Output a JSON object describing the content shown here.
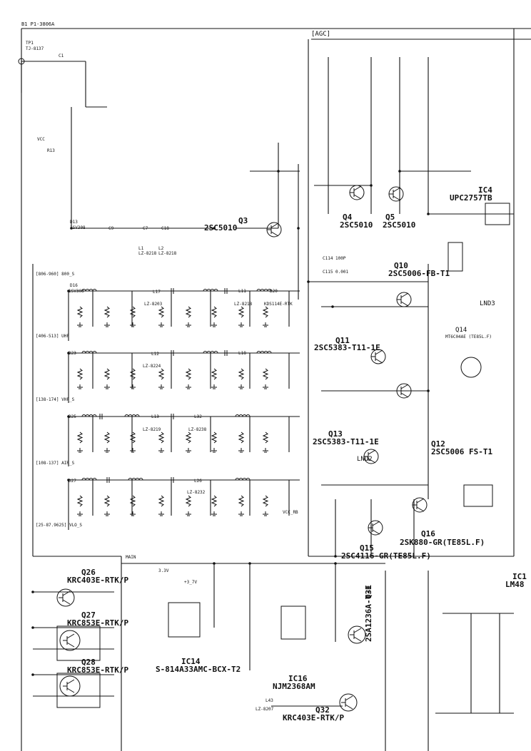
{
  "header": {
    "sheet_code": "B1 P1-3806A"
  },
  "sections": {
    "agc": "[AGC]",
    "s1": "[806-960] 800_S",
    "s2": "[406-513] UHF",
    "s3": "[138-174] VHF_S",
    "s4": "[108-137] AIR_S",
    "s5": "[25-87.9625] VLO_S",
    "main": "MAIN"
  },
  "transistors": [
    {
      "id": "q3",
      "ref": "Q3",
      "part": "2SC5010"
    },
    {
      "id": "q4",
      "ref": "Q4",
      "part": "2SC5010"
    },
    {
      "id": "q5",
      "ref": "Q5",
      "part": "2SC5010"
    },
    {
      "id": "q10",
      "ref": "Q10",
      "part": "2SC5006-FB-T1"
    },
    {
      "id": "q11",
      "ref": "Q11",
      "part": "2SC5383-T11-1E"
    },
    {
      "id": "q13",
      "ref": "Q13",
      "part": "2SC5383-T11-1E"
    },
    {
      "id": "q12",
      "ref": "Q12",
      "part": "2SC5006 FS-T1"
    },
    {
      "id": "q14",
      "ref": "Q14",
      "part": "MT6C04AE (TE85L.F)"
    },
    {
      "id": "q16",
      "ref": "Q16",
      "part": "2SK880-GR(TE85L.F)"
    },
    {
      "id": "q15",
      "ref": "Q15",
      "part": "2SC4116-GR(TE85L.F)"
    },
    {
      "id": "q26",
      "ref": "Q26",
      "part": "KRC403E-RTK/P"
    },
    {
      "id": "q27",
      "ref": "Q27",
      "part": "KRC853E-RTK/P"
    },
    {
      "id": "q28",
      "ref": "Q28",
      "part": "KRC853E-RTK/P"
    },
    {
      "id": "q31",
      "ref": "Q31",
      "part": "2SA1236A-T-F"
    },
    {
      "id": "q32",
      "ref": "Q32",
      "part": "KRC403E-RTK/P"
    }
  ],
  "ics": [
    {
      "id": "ic4",
      "ref": "IC4",
      "part": "UPC2757TB"
    },
    {
      "id": "ic14",
      "ref": "IC14",
      "part": "S-814A33AMC-BCX-T2"
    },
    {
      "id": "ic16",
      "ref": "IC16",
      "part": "NJM2368AM"
    },
    {
      "id": "ic1x",
      "ref": "IC1",
      "part": "LM48"
    }
  ],
  "components": {
    "tp1": "TP1",
    "tp1_part": "TJ-8137",
    "c1": "C1",
    "r13": "R13",
    "vcc": "VCC",
    "d13": "D13",
    "d13_part": "1SV308",
    "c9": "C9",
    "c7": "C7",
    "c18": "C18",
    "l1": "L1",
    "l1_val": "LZ-8218",
    "l2": "L2",
    "l2_val": "LZ-8218",
    "d16": "D16",
    "d16_part": "1SV308",
    "l17": "L17",
    "l17_val": "LZ-8203",
    "l11": "L11",
    "l11_val": "LZ-8218",
    "d23": "D23",
    "l12": "L12",
    "l12_val": "LZ-8224",
    "l18": "L18",
    "d25": "D25",
    "l13": "L13",
    "l13_val": "LZ-8219",
    "l32": "L32",
    "l32_val": "LZ-8238",
    "d27": "D27",
    "l26": "L26",
    "l26_val": "LZ-8232",
    "c114": "C114 100P",
    "c115": "C115 0.001",
    "lnd3": "LND3",
    "lnd2": "LND2",
    "d20": "D20",
    "d20_part": "KDS114E-RTK",
    "v_33": "3.3V",
    "plus3v": "+3_7V",
    "vcc_rb": "VCC_RB",
    "l43": "L43",
    "l43_val": "LZ-8207"
  }
}
